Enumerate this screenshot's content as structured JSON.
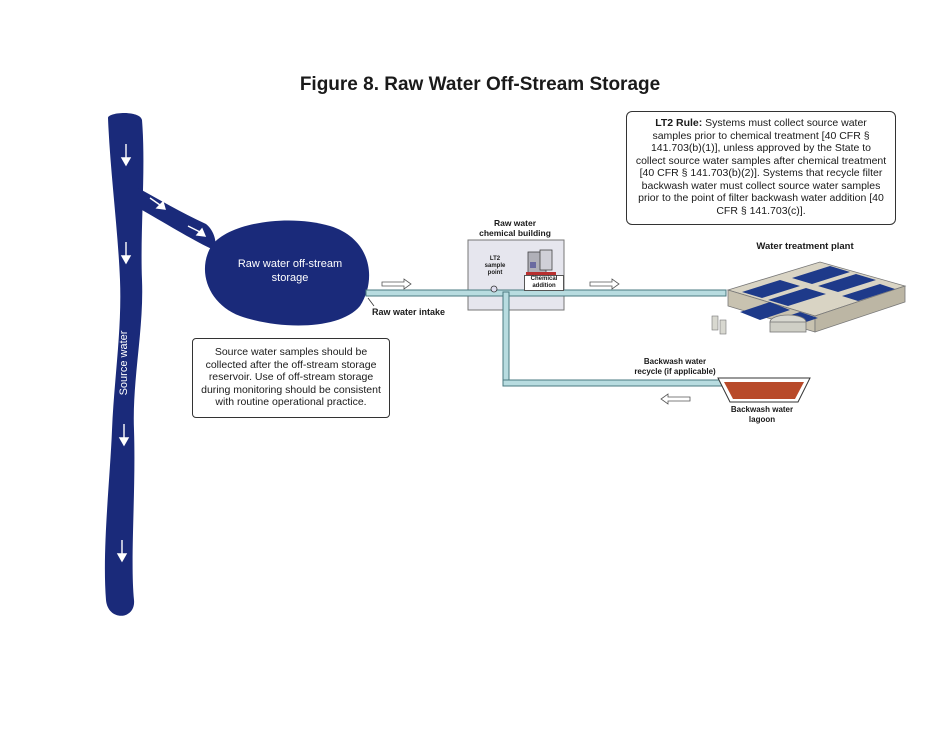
{
  "title": "Figure 8. Raw Water Off-Stream Storage",
  "lt2_note": {
    "label": "LT2 Rule:",
    "text": "Systems must collect source water samples prior to chemical treatment [40 CFR § 141.703(b)(1)], unless approved by the State to collect source water samples after chemical treatment [40 CFR § 141.703(b)(2)]. Systems that recycle filter backwash water must collect source water samples prior to the point of filter backwash water addition [40 CFR § 141.703(c)]."
  },
  "source_note": "Source water samples should be collected after the off-stream storage reservoir. Use of off-stream storage during monitoring should be consistent with routine operational practice.",
  "labels": {
    "source_water": "Source water",
    "storage_line1": "Raw water off-stream",
    "storage_line2": "storage",
    "raw_water_intake": "Raw water intake",
    "chem_building_line1": "Raw water",
    "chem_building_line2": "chemical building",
    "lt2_sample_line1": "LT2",
    "lt2_sample_line2": "sample",
    "lt2_sample_line3": "point",
    "chemical_line1": "Chemical",
    "chemical_line2": "addition",
    "water_treatment_plant": "Water treatment plant",
    "backwash_recycle_line1": "Backwash water",
    "backwash_recycle_line2": "recycle (if applicable)",
    "lagoon_line1": "Backwash water",
    "lagoon_line2": "lagoon"
  },
  "colors": {
    "water": "#1a2a7a",
    "pipe": "#b8dce0",
    "pipe_edge": "#4a7a80",
    "lagoon": "#b84a2a"
  }
}
